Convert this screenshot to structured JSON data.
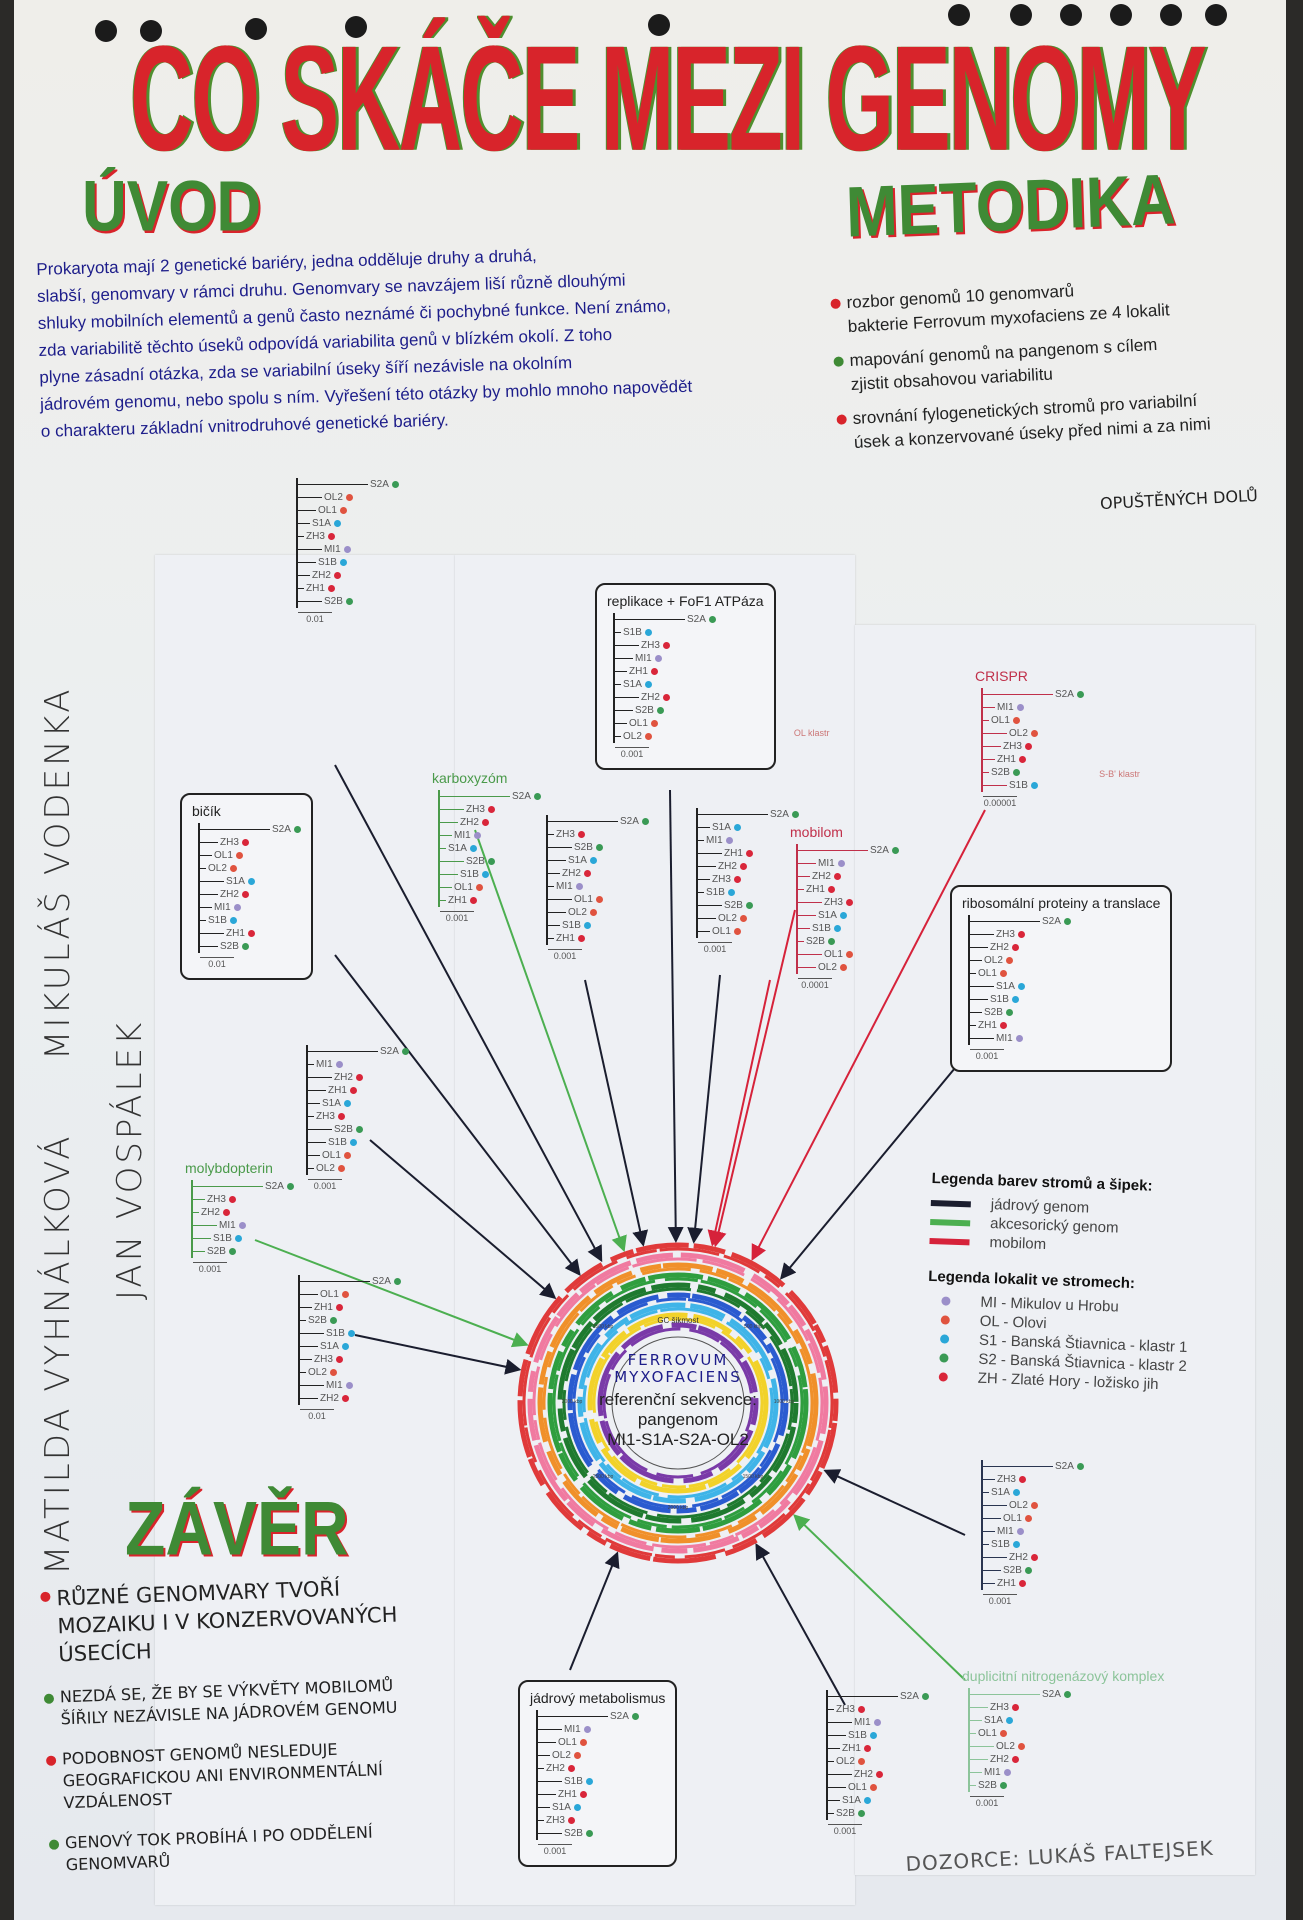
{
  "title": "CO SKÁČE MEZI GENOMY",
  "intro": {
    "heading": "ÚVOD",
    "lines": [
      "Prokaryota mají 2 genetické bariéry, jedna odděluje druhy a druhá,",
      "slabší, genomvary v rámci druhu. Genomvary se navzájem liší různě dlouhými",
      "shluky mobilních elementů a genů často neznámé či pochybné funkce. Není známo,",
      "zda variabilitě těchto úseků odpovídá variabilita genů v blízkém okolí. Z toho",
      "plyne zásadní otázka, zda se variabilní úseky šíří nezávisle na okolním",
      "jádrovém genomu, nebo spolu s ním. Vyřešení této otázky by mohlo mnoho napovědět",
      "o charakteru základní vnitrodruhové genetické bariéry."
    ]
  },
  "methods": {
    "heading": "METODIKA",
    "bullets": [
      {
        "color": "#d8242b",
        "lines": [
          "rozbor genomů 10 genomvarů",
          "bakterie Ferrovum myxofaciens ze 4 lokalit"
        ]
      },
      {
        "color": "#3f8a35",
        "lines": [
          "mapování genomů na pangenom s cílem",
          "zjistit obsahovou variabilitu"
        ]
      },
      {
        "color": "#d8242b",
        "lines": [
          "srovnání fylogenetických stromů pro variabilní",
          "úsek a konzervované úseky před nimi a za nimi"
        ]
      }
    ],
    "note": "OPUŠTĚNÝCH DOLŮ"
  },
  "authors": [
    "MATILDA VYHNÁLKOVÁ",
    "MIKULÁŠ VODENKA",
    "JAN VOSPÁLEK"
  ],
  "supervisor": "DOZORCE: LUKÁŠ FALTEJSEK",
  "conclusion": {
    "heading": "ZÁVĚR",
    "bullets": [
      {
        "color": "#d8242b",
        "text": "RŮZNÉ GENOMVARY TVOŘÍ MOZAIKU I V KONZERVOVANÝCH ÚSECÍCH"
      },
      {
        "color": "#3f8a35",
        "text": "NEZDÁ SE, ŽE BY SE VÝKVĚTY MOBILOMŮ ŠÍŘILY NEZÁVISLE NA JÁDROVÉM GENOMU"
      },
      {
        "color": "#d8242b",
        "text": "PODOBNOST GENOMŮ NESLEDUJE GEOGRAFICKOU ANI ENVIRONMENTÁLNÍ VZDÁLENOST"
      },
      {
        "color": "#3f8a35",
        "text": "GENOVÝ TOK PROBÍHÁ I PO ODDĚLENÍ GENOMVARŮ"
      }
    ]
  },
  "circle": {
    "title": "FERROVUM MYXOFACIENS",
    "lines": [
      "referenční sekvence:",
      "pangenom",
      "MI1-S1A-S2A-OL2"
    ],
    "gc_label": "GC šikmost",
    "ticks": [
      "500 kbp",
      "1000 kbp",
      "1500 kbp",
      "2000 kbp",
      "2500 kbp",
      "3000 kbp",
      "3500 kbp"
    ],
    "ring_colors": [
      "#e03a3a",
      "#f07aa0",
      "#f0902a",
      "#2f9e3f",
      "#1f7a2f",
      "#2a5bd0",
      "#3fb4e8",
      "#f2d22a",
      "#7a3aa8"
    ]
  },
  "legend": {
    "tree_title": "Legenda barev stromů a šipek:",
    "tree_items": [
      {
        "label": "jádrový genom",
        "color": "#1a1d2e"
      },
      {
        "label": "akcesorický genom",
        "color": "#4caf50"
      },
      {
        "label": "mobilom",
        "color": "#d6223a"
      }
    ],
    "site_title": "Legenda lokalit ve stromech:",
    "site_items": [
      {
        "label": "MI - Mikulov u Hrobu",
        "color": "#9b8fc9"
      },
      {
        "label": "OL - Olovi",
        "color": "#e0533f"
      },
      {
        "label": "S1 - Banská Štiavnica - klastr 1",
        "color": "#2aa7d8"
      },
      {
        "label": "S2 - Banská Štiavnica - klastr 2",
        "color": "#3a9a55"
      },
      {
        "label": "ZH - Zlaté Hory - ložisko jih",
        "color": "#d9263a"
      }
    ]
  },
  "site_colors": {
    "MI": "#9b8fc9",
    "OL": "#e0533f",
    "S1": "#2aa7d8",
    "S2": "#3a9a55",
    "ZH": "#d9263a"
  },
  "trees": [
    {
      "title": "",
      "color": "#222",
      "leaves": [
        "S2A",
        "OL2",
        "OL1",
        "S1A",
        "ZH3",
        "MI1",
        "S1B",
        "ZH2",
        "ZH1",
        "S2B"
      ],
      "scale": "0.01"
    },
    {
      "title": "replikace + FoF1 ATPáza",
      "color": "#222",
      "leaves": [
        "S2A",
        "S1B",
        "ZH3",
        "MI1",
        "ZH1",
        "S1A",
        "ZH2",
        "S2B",
        "OL1",
        "OL2"
      ],
      "scale": "0.001",
      "note": "OL klastr"
    },
    {
      "title": "CRISPR",
      "color": "#c0304a",
      "leaves": [
        "S2A",
        "MI1",
        "OL1",
        "OL2",
        "ZH3",
        "ZH1",
        "S2B",
        "S1B"
      ],
      "scale": "0.00001",
      "note": "S-B' klastr"
    },
    {
      "title": "bičík",
      "color": "#222",
      "leaves": [
        "S2A",
        "ZH3",
        "OL1",
        "OL2",
        "S1A",
        "ZH2",
        "MI1",
        "S1B",
        "ZH1",
        "S2B"
      ],
      "scale": "0.01"
    },
    {
      "title": "karboxyzóm",
      "color": "#4a9a4a",
      "leaves": [
        "S2A",
        "ZH3",
        "ZH2",
        "MI1",
        "S1A",
        "S2B",
        "S1B",
        "OL1",
        "ZH1"
      ],
      "scale": "0.001"
    },
    {
      "title": "",
      "color": "#222",
      "leaves": [
        "S2A",
        "ZH3",
        "S2B",
        "S1A",
        "ZH2",
        "MI1",
        "OL1",
        "OL2",
        "S1B",
        "ZH1"
      ],
      "scale": "0.001"
    },
    {
      "title": "",
      "color": "#222",
      "leaves": [
        "S2A",
        "S1A",
        "MI1",
        "ZH1",
        "ZH2",
        "ZH3",
        "S1B",
        "S2B",
        "OL2",
        "OL1"
      ],
      "scale": "0.001"
    },
    {
      "title": "mobilom",
      "color": "#c0304a",
      "leaves": [
        "S2A",
        "MI1",
        "ZH2",
        "ZH1",
        "ZH3",
        "S1A",
        "S1B",
        "S2B",
        "OL1",
        "OL2"
      ],
      "scale": "0.0001"
    },
    {
      "title": "ribosomální proteiny a translace",
      "color": "#222",
      "leaves": [
        "S2A",
        "ZH3",
        "ZH2",
        "OL2",
        "OL1",
        "S1A",
        "S1B",
        "S2B",
        "ZH1",
        "MI1"
      ],
      "scale": "0.001"
    },
    {
      "title": "",
      "color": "#222",
      "leaves": [
        "S2A",
        "MI1",
        "ZH2",
        "ZH1",
        "S1A",
        "ZH3",
        "S2B",
        "S1B",
        "OL1",
        "OL2"
      ],
      "scale": "0.001"
    },
    {
      "title": "molybdopterin",
      "color": "#4a9a4a",
      "leaves": [
        "S2A",
        "ZH3",
        "ZH2",
        "MI1",
        "S1B",
        "S2B"
      ],
      "scale": "0.001"
    },
    {
      "title": "",
      "color": "#222",
      "leaves": [
        "S2A",
        "OL1",
        "ZH1",
        "S2B",
        "S1B",
        "S1A",
        "ZH3",
        "OL2",
        "MI1",
        "ZH2"
      ],
      "scale": "0.01"
    },
    {
      "title": "jádrový metabolismus",
      "color": "#222",
      "leaves": [
        "S2A",
        "MI1",
        "OL1",
        "OL2",
        "ZH2",
        "S1B",
        "ZH1",
        "S1A",
        "ZH3",
        "S2B"
      ],
      "scale": "0.001"
    },
    {
      "title": "",
      "color": "#222",
      "leaves": [
        "S2A",
        "ZH3",
        "MI1",
        "S1B",
        "ZH1",
        "OL2",
        "ZH2",
        "OL1",
        "S1A",
        "S2B"
      ],
      "scale": "0.001"
    },
    {
      "title": "",
      "color": "#2a3550",
      "leaves": [
        "S2A",
        "ZH3",
        "S1A",
        "OL2",
        "OL1",
        "MI1",
        "S1B",
        "ZH2",
        "S2B",
        "ZH1"
      ],
      "scale": "0.001"
    },
    {
      "title": "duplicitní nitrogenázový komplex",
      "color": "#8cc49a",
      "leaves": [
        "S2A",
        "ZH3",
        "S1A",
        "OL1",
        "OL2",
        "ZH2",
        "MI1",
        "S2B"
      ],
      "scale": "0.001"
    }
  ]
}
